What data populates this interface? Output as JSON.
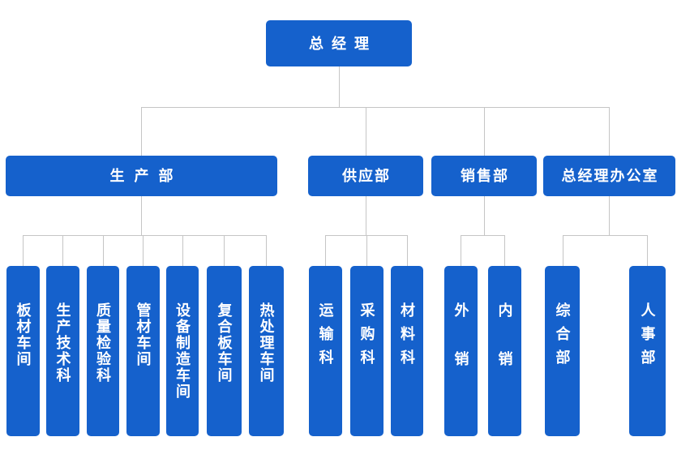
{
  "org_chart": {
    "root": {
      "label": "总经理"
    },
    "departments": [
      {
        "label": "生产部",
        "children": [
          {
            "label": "板材车间"
          },
          {
            "label": "生产技术科"
          },
          {
            "label": "质量检验科"
          },
          {
            "label": "管材车间"
          },
          {
            "label": "设备制造车间"
          },
          {
            "label": "复合板车间"
          },
          {
            "label": "热处理车间"
          }
        ]
      },
      {
        "label": "供应部",
        "children": [
          {
            "label": "运输科"
          },
          {
            "label": "采购科"
          },
          {
            "label": "材料科"
          }
        ]
      },
      {
        "label": "销售部",
        "children": [
          {
            "label": "外销"
          },
          {
            "label": "内销"
          }
        ]
      },
      {
        "label": "总经理办公室",
        "children": [
          {
            "label": "综合部"
          },
          {
            "label": "人事部"
          }
        ]
      }
    ],
    "colors": {
      "box_fill": "#1561cc",
      "box_text": "#ffffff",
      "connector": "#c5c5c5",
      "background": "#ffffff"
    }
  }
}
